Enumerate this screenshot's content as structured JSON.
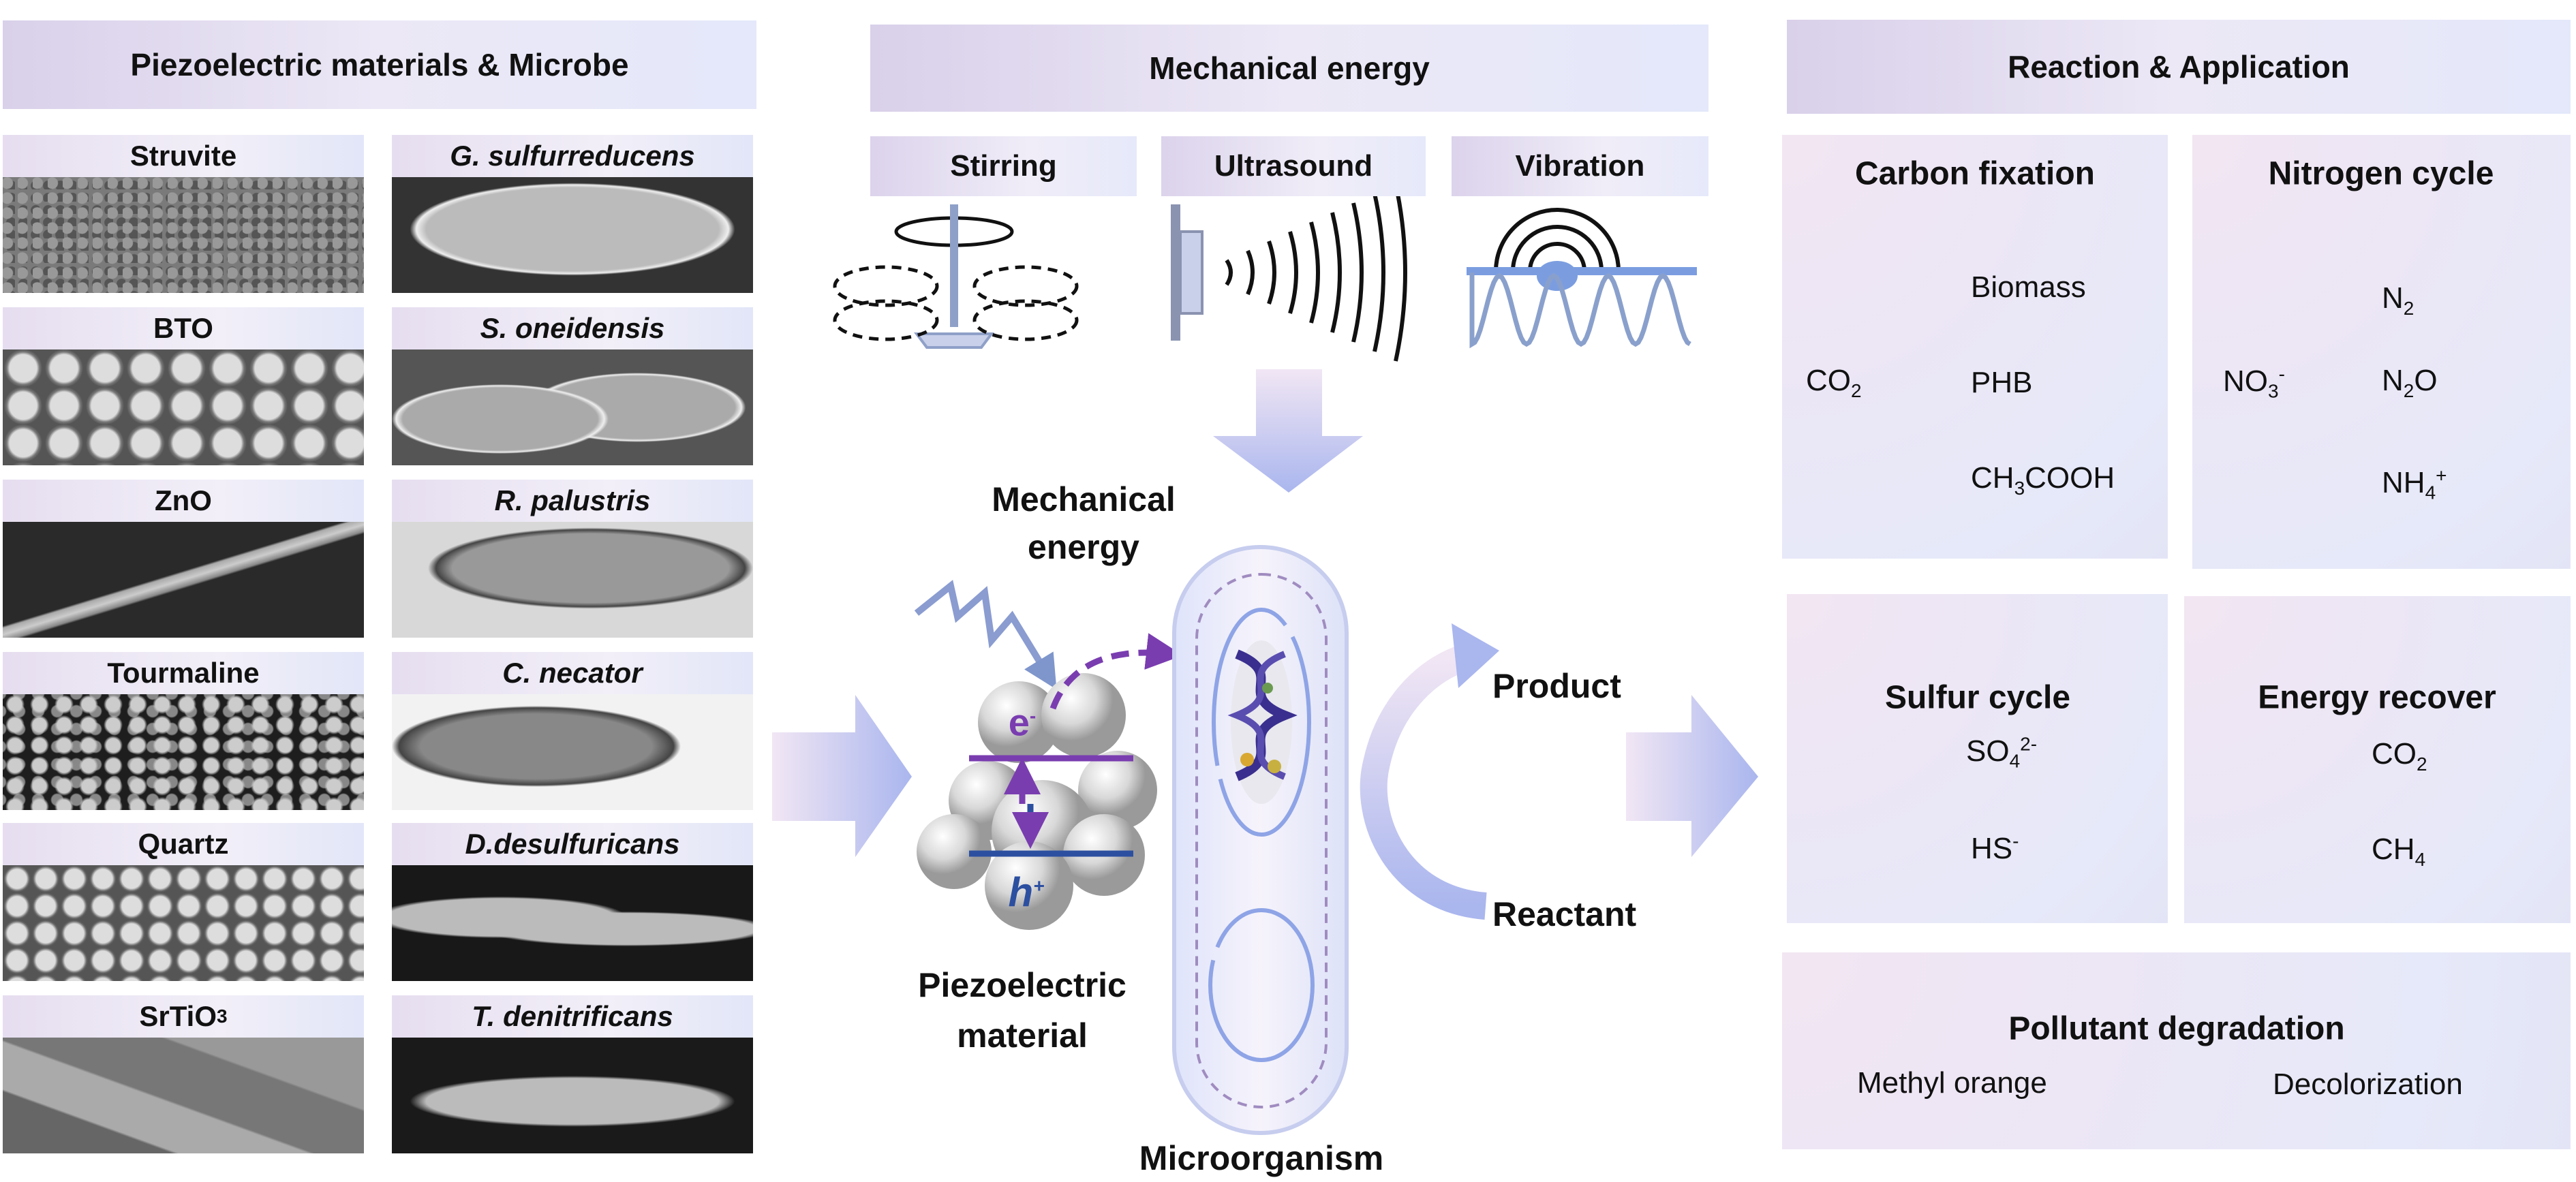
{
  "left": {
    "title": "Piezoelectric materials & Microbe",
    "materials": [
      {
        "name": "Struvite"
      },
      {
        "name": "BTO"
      },
      {
        "name": "ZnO"
      },
      {
        "name": "Tourmaline"
      },
      {
        "name": "Quartz"
      },
      {
        "name": "SrTiO",
        "sub": "3"
      }
    ],
    "microbes": [
      {
        "name": "G. sulfurreducens"
      },
      {
        "name": "S. oneidensis"
      },
      {
        "name": "R. palustris"
      },
      {
        "name": "C. necator"
      },
      {
        "name": "D.desulfuricans"
      },
      {
        "name": "T. denitrificans"
      }
    ]
  },
  "middle": {
    "title": "Mechanical energy",
    "sources": [
      "Stirring",
      "Ultrasound",
      "Vibration"
    ],
    "mech_label_1": "Mechanical",
    "mech_label_2": "energy",
    "electron": "e",
    "electron_sup": "-",
    "hole": "h",
    "hole_sup": "+",
    "piezo_1": "Piezoelectric",
    "piezo_2": "material",
    "cell_label": "Microorganism",
    "product": "Product",
    "reactant": "Reactant"
  },
  "right": {
    "title": "Reaction & Application",
    "carbon": {
      "title": "Carbon fixation",
      "reactant": "CO",
      "reactant_sub": "2",
      "p1": "Biomass",
      "p2": "PHB",
      "p3a": "CH",
      "p3sub": "3",
      "p3b": "COOH"
    },
    "nitrogen": {
      "title": "Nitrogen cycle",
      "reactant": "NO",
      "reactant_sub": "3",
      "reactant_sup": "-",
      "p1": "N",
      "p1sub": "2",
      "p2a": "N",
      "p2sub": "2",
      "p2b": "O",
      "p3": "NH",
      "p3sub": "4",
      "p3sup": "+"
    },
    "sulfur": {
      "title": "Sulfur cycle",
      "from": "SO",
      "from_sub": "4",
      "from_sup": "2-",
      "to": "HS",
      "to_sup": "-"
    },
    "energy": {
      "title": "Energy recover",
      "from": "CO",
      "from_sub": "2",
      "to": "CH",
      "to_sub": "4"
    },
    "pollutant": {
      "title": "Pollutant degradation",
      "from": "Methyl orange",
      "to": "Decolorization"
    }
  },
  "colors": {
    "purple": "#7a3db0",
    "blue": "#2c4fa0",
    "arrow": "#a9b4ea"
  }
}
